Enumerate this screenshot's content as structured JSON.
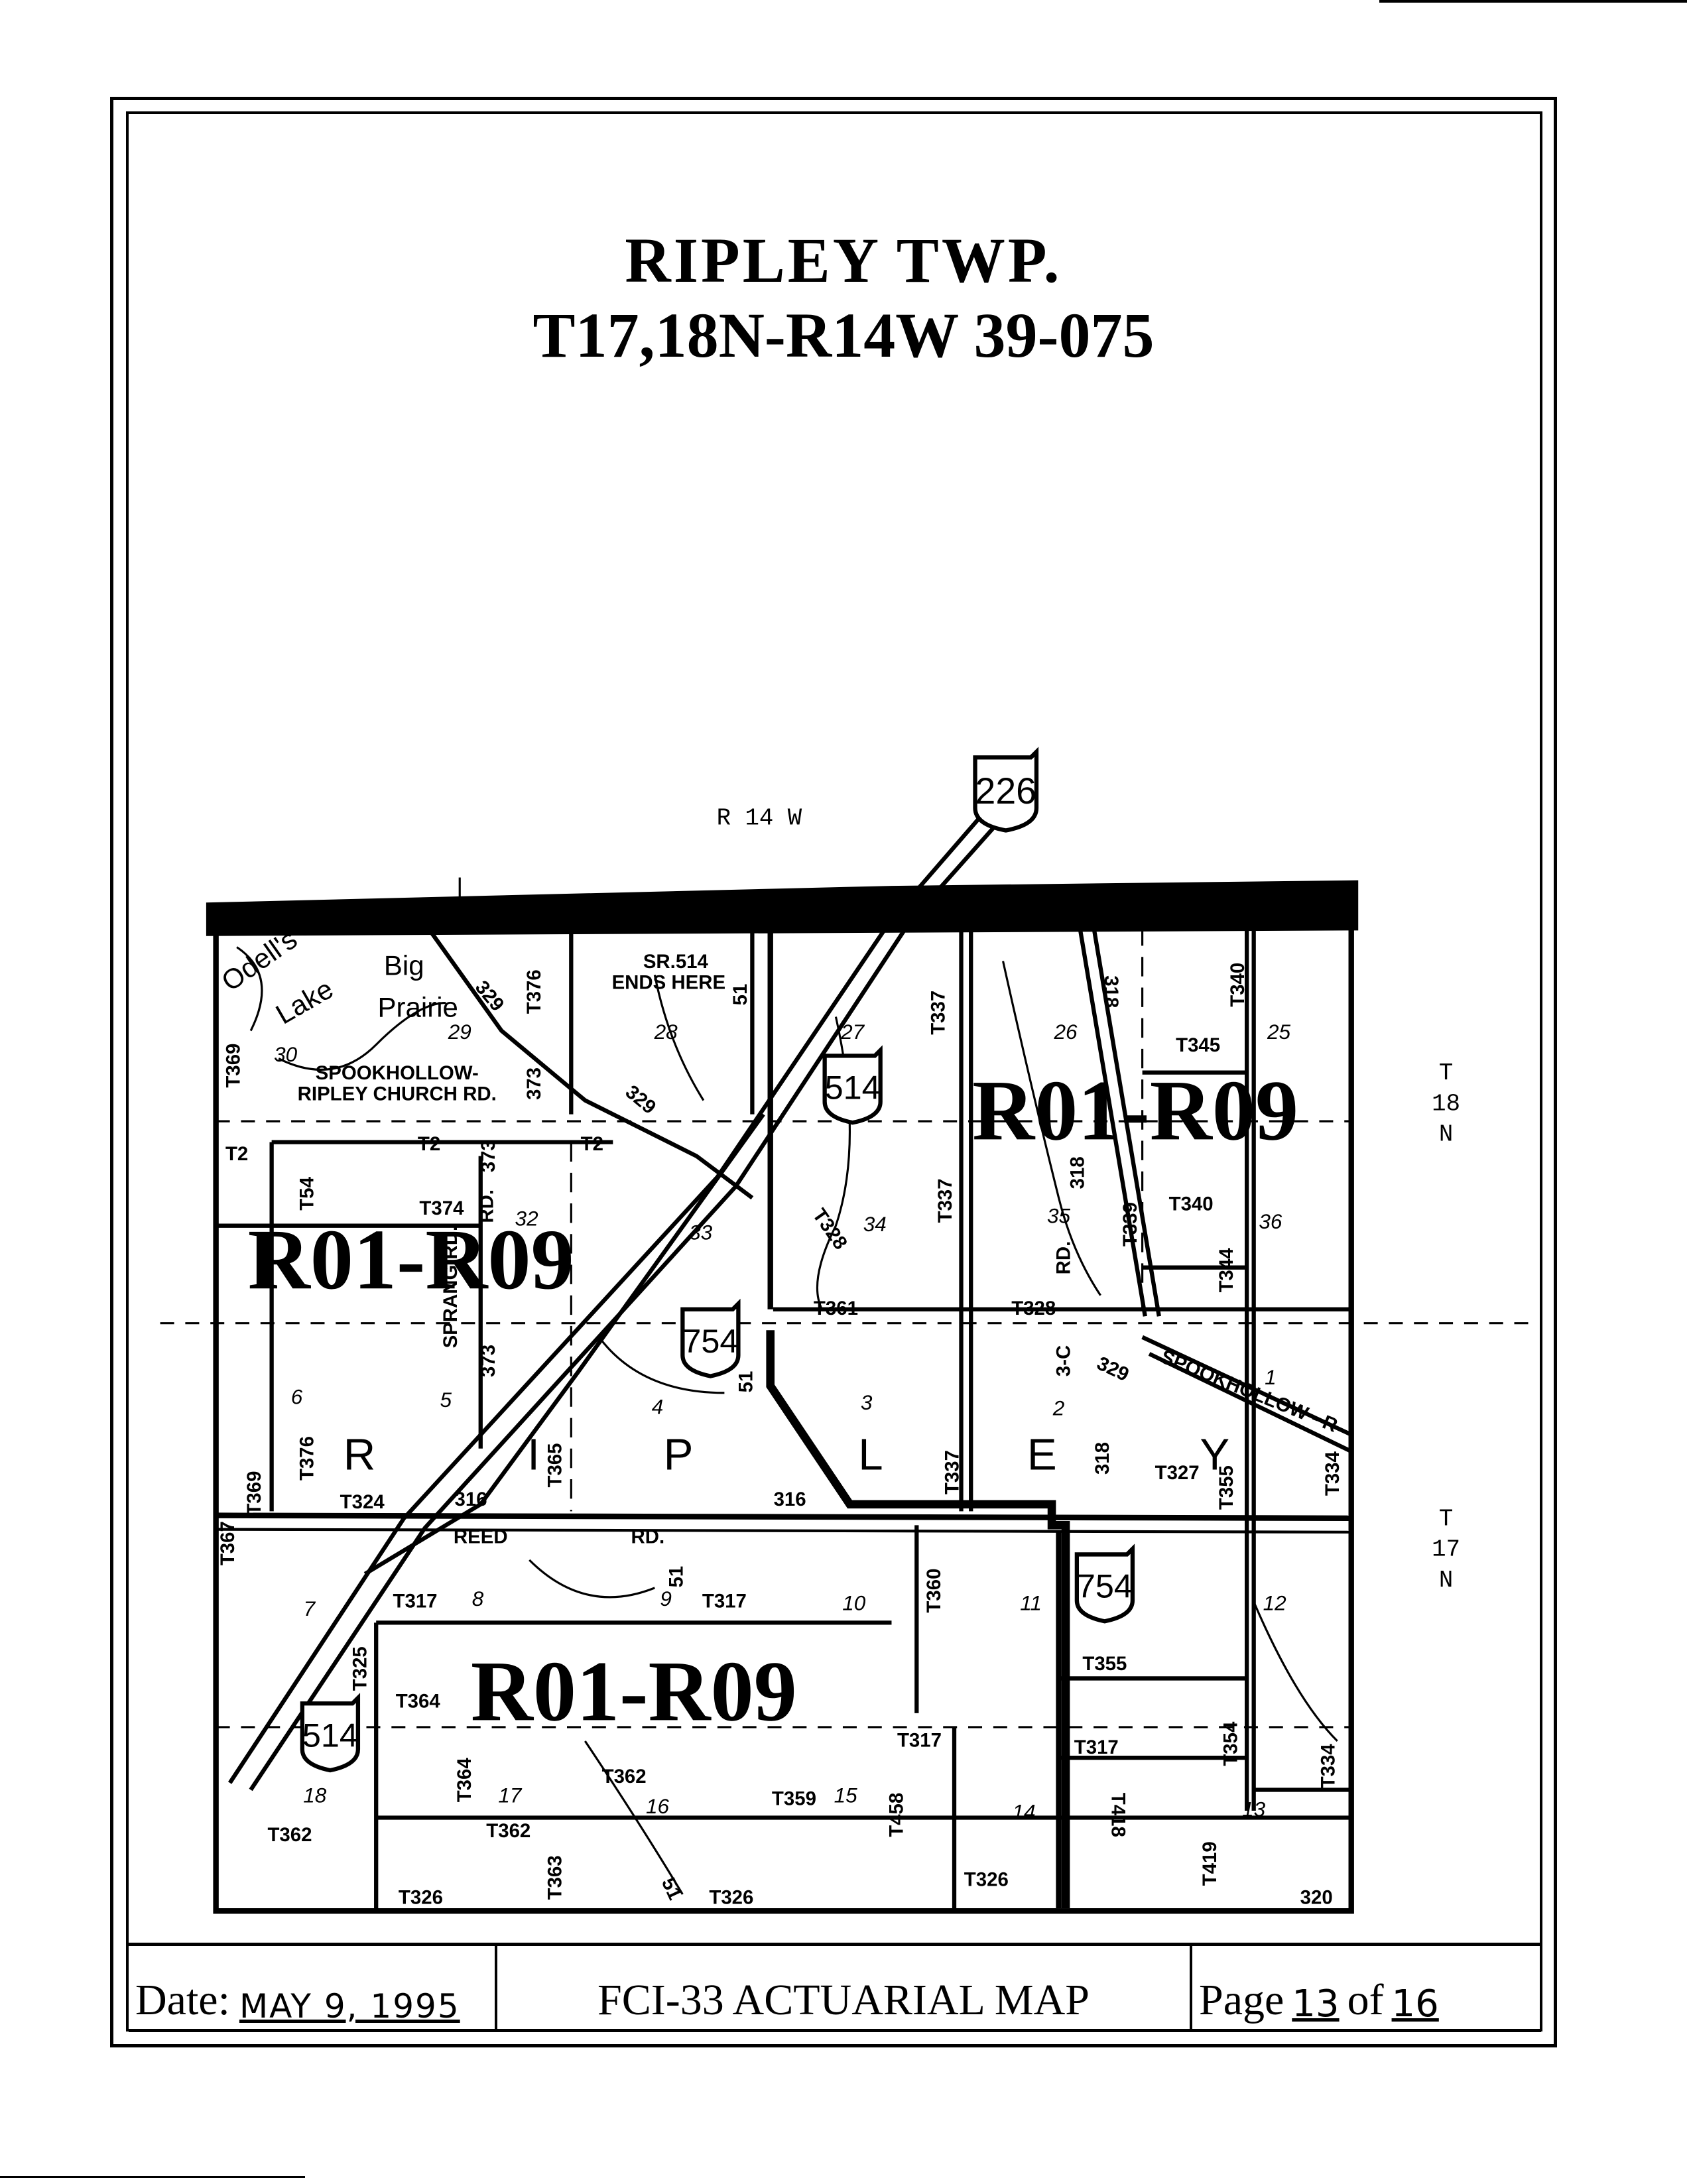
{
  "header": {
    "title": "RIPLEY TWP.",
    "subtitle": "T17,18N-R14W   39-075"
  },
  "map": {
    "range_label": "R 14 W",
    "township_north": {
      "t": "T",
      "n": "18",
      "d": "N"
    },
    "township_south": {
      "t": "T",
      "n": "17",
      "d": "N"
    },
    "rating_labels": [
      "R01-R09",
      "R01-R09",
      "R01-R09"
    ],
    "township_letters": [
      "R",
      "I",
      "P",
      "L",
      "E",
      "Y"
    ],
    "shields": [
      "226",
      "514",
      "754",
      "754",
      "514"
    ],
    "places": [
      "Odell's",
      "Lake",
      "Big",
      "Prairie",
      "SPOOKHOLLOW-",
      "RIPLEY CHURCH RD.",
      "SR.514",
      "ENDS HERE",
      "REED",
      "RD.",
      "SPOOKHOLLOW - R"
    ],
    "sections": [
      "30",
      "29",
      "28",
      "27",
      "26",
      "25",
      "32",
      "33",
      "34",
      "35",
      "36",
      "6",
      "5",
      "4",
      "3",
      "2",
      "1",
      "7",
      "8",
      "9",
      "10",
      "11",
      "12",
      "18",
      "17",
      "16",
      "15",
      "14",
      "13"
    ],
    "roads": [
      "T369",
      "T376",
      "373",
      "T2",
      "T54",
      "T2",
      "T374",
      "373",
      "T2",
      "373",
      "SPRANG RD.",
      "T365",
      "T369",
      "T376",
      "T324",
      "316",
      "316",
      "T367",
      "T317",
      "T317",
      "T325",
      "T364",
      "T364",
      "T362",
      "T362",
      "T362",
      "T363",
      "T326",
      "T326",
      "T326",
      "T359",
      "T458",
      "T317",
      "T360",
      "T337",
      "T337",
      "T337",
      "T361",
      "T328",
      "T328",
      "318",
      "318",
      "RD.",
      "T339",
      "T340",
      "T344",
      "T345",
      "T340",
      "3-C",
      "329",
      "318",
      "T327",
      "T355",
      "T334",
      "T355",
      "T317",
      "T418",
      "T419",
      "T354",
      "T334",
      "320",
      "51",
      "51",
      "51",
      "51",
      "329",
      "329",
      "RD."
    ]
  },
  "footer": {
    "date_label": "Date:",
    "date_value": "MAY 9, 1995",
    "map_title": "FCI-33 ACTUARIAL MAP",
    "page_label": "Page",
    "page_current": "13",
    "page_of": "of",
    "page_total": "16"
  }
}
